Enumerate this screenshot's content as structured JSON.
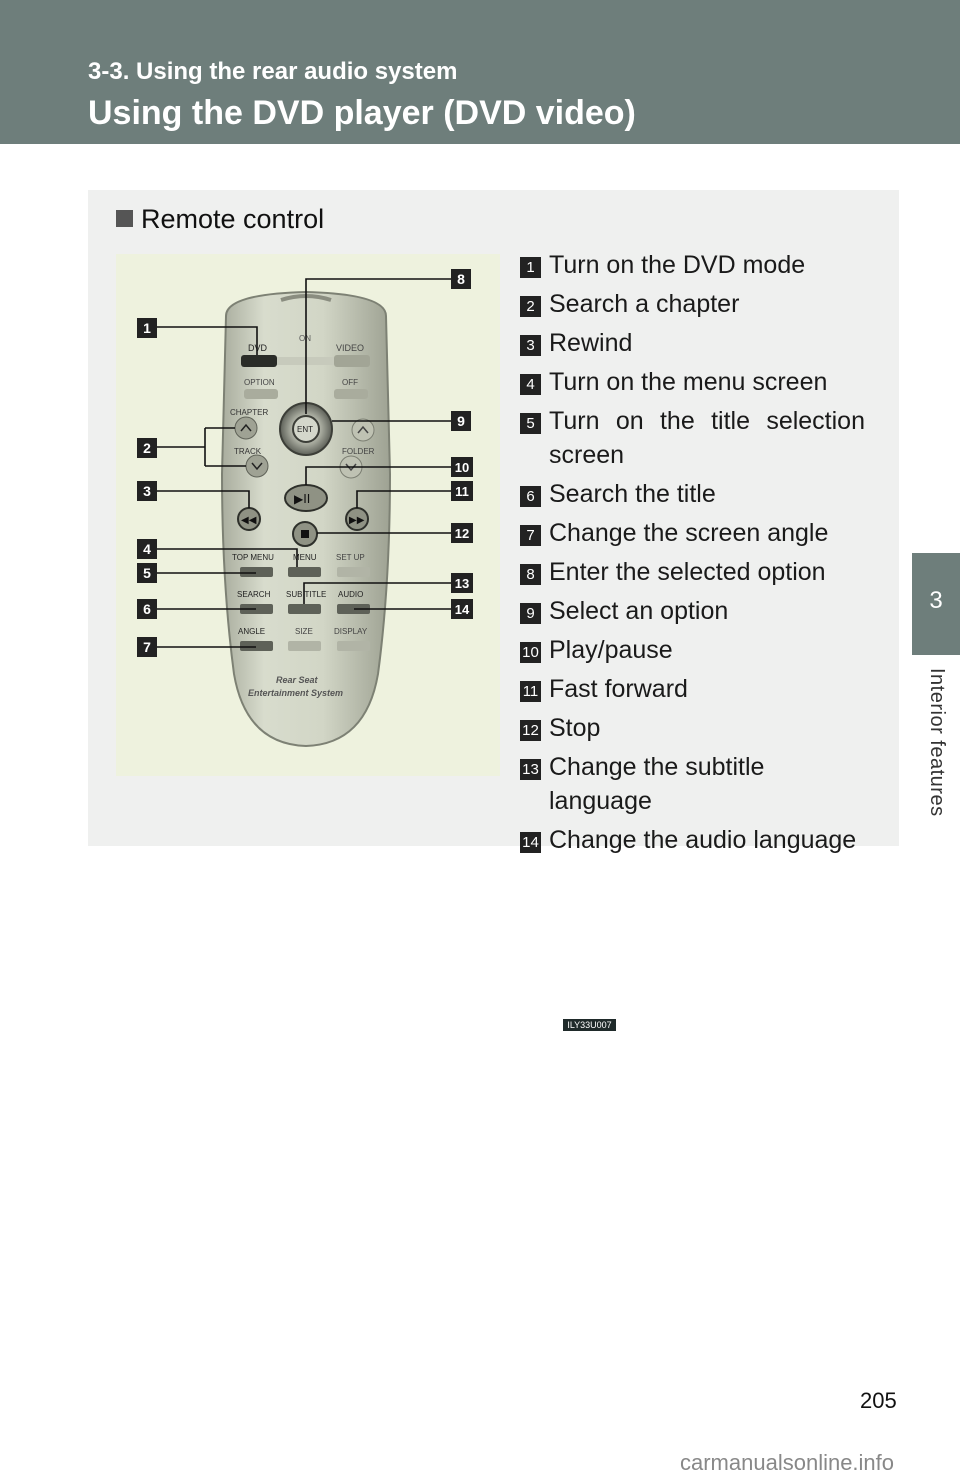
{
  "header": {
    "section_label": "3-3. Using the rear audio system",
    "page_title": "Using the DVD player (DVD video)"
  },
  "side_tab": {
    "number": "3",
    "label": "Interior features"
  },
  "panel": {
    "heading": "Remote control",
    "figure_code": "ILY33U007",
    "remote": {
      "labels": {
        "on": "ON",
        "dvd": "DVD",
        "video": "VIDEO",
        "option": "OPTION",
        "off": "OFF",
        "chapter": "CHAPTER",
        "track": "TRACK",
        "folder": "FOLDER",
        "ent": "ENT",
        "top_menu": "TOP MENU",
        "menu": "MENU",
        "set_up": "SET UP",
        "search": "SEARCH",
        "sub_title": "SUB TITLE",
        "audio": "AUDIO",
        "angle": "ANGLE",
        "size": "SIZE",
        "display": "DISPLAY",
        "brand_line1": "Rear Seat",
        "brand_line2": "Entertainment System"
      },
      "callouts": [
        "1",
        "2",
        "3",
        "4",
        "5",
        "6",
        "7",
        "8",
        "9",
        "10",
        "11",
        "12",
        "13",
        "14"
      ]
    },
    "legend": [
      {
        "num": "1",
        "text": "Turn on the DVD mode"
      },
      {
        "num": "2",
        "text": "Search a chapter"
      },
      {
        "num": "3",
        "text": "Rewind"
      },
      {
        "num": "4",
        "text": "Turn on the menu screen"
      },
      {
        "num": "5",
        "text": "Turn on the title selection screen"
      },
      {
        "num": "6",
        "text": "Search the title"
      },
      {
        "num": "7",
        "text": "Change the screen angle"
      },
      {
        "num": "8",
        "text": "Enter the selected option"
      },
      {
        "num": "9",
        "text": "Select an option"
      },
      {
        "num": "10",
        "text": "Play/pause"
      },
      {
        "num": "11",
        "text": "Fast forward"
      },
      {
        "num": "12",
        "text": "Stop"
      },
      {
        "num": "13",
        "text": "Change the subtitle language"
      },
      {
        "num": "14",
        "text": "Change the audio language"
      }
    ]
  },
  "footer": {
    "page_number": "205",
    "watermark": "carmanualsonline.info"
  }
}
